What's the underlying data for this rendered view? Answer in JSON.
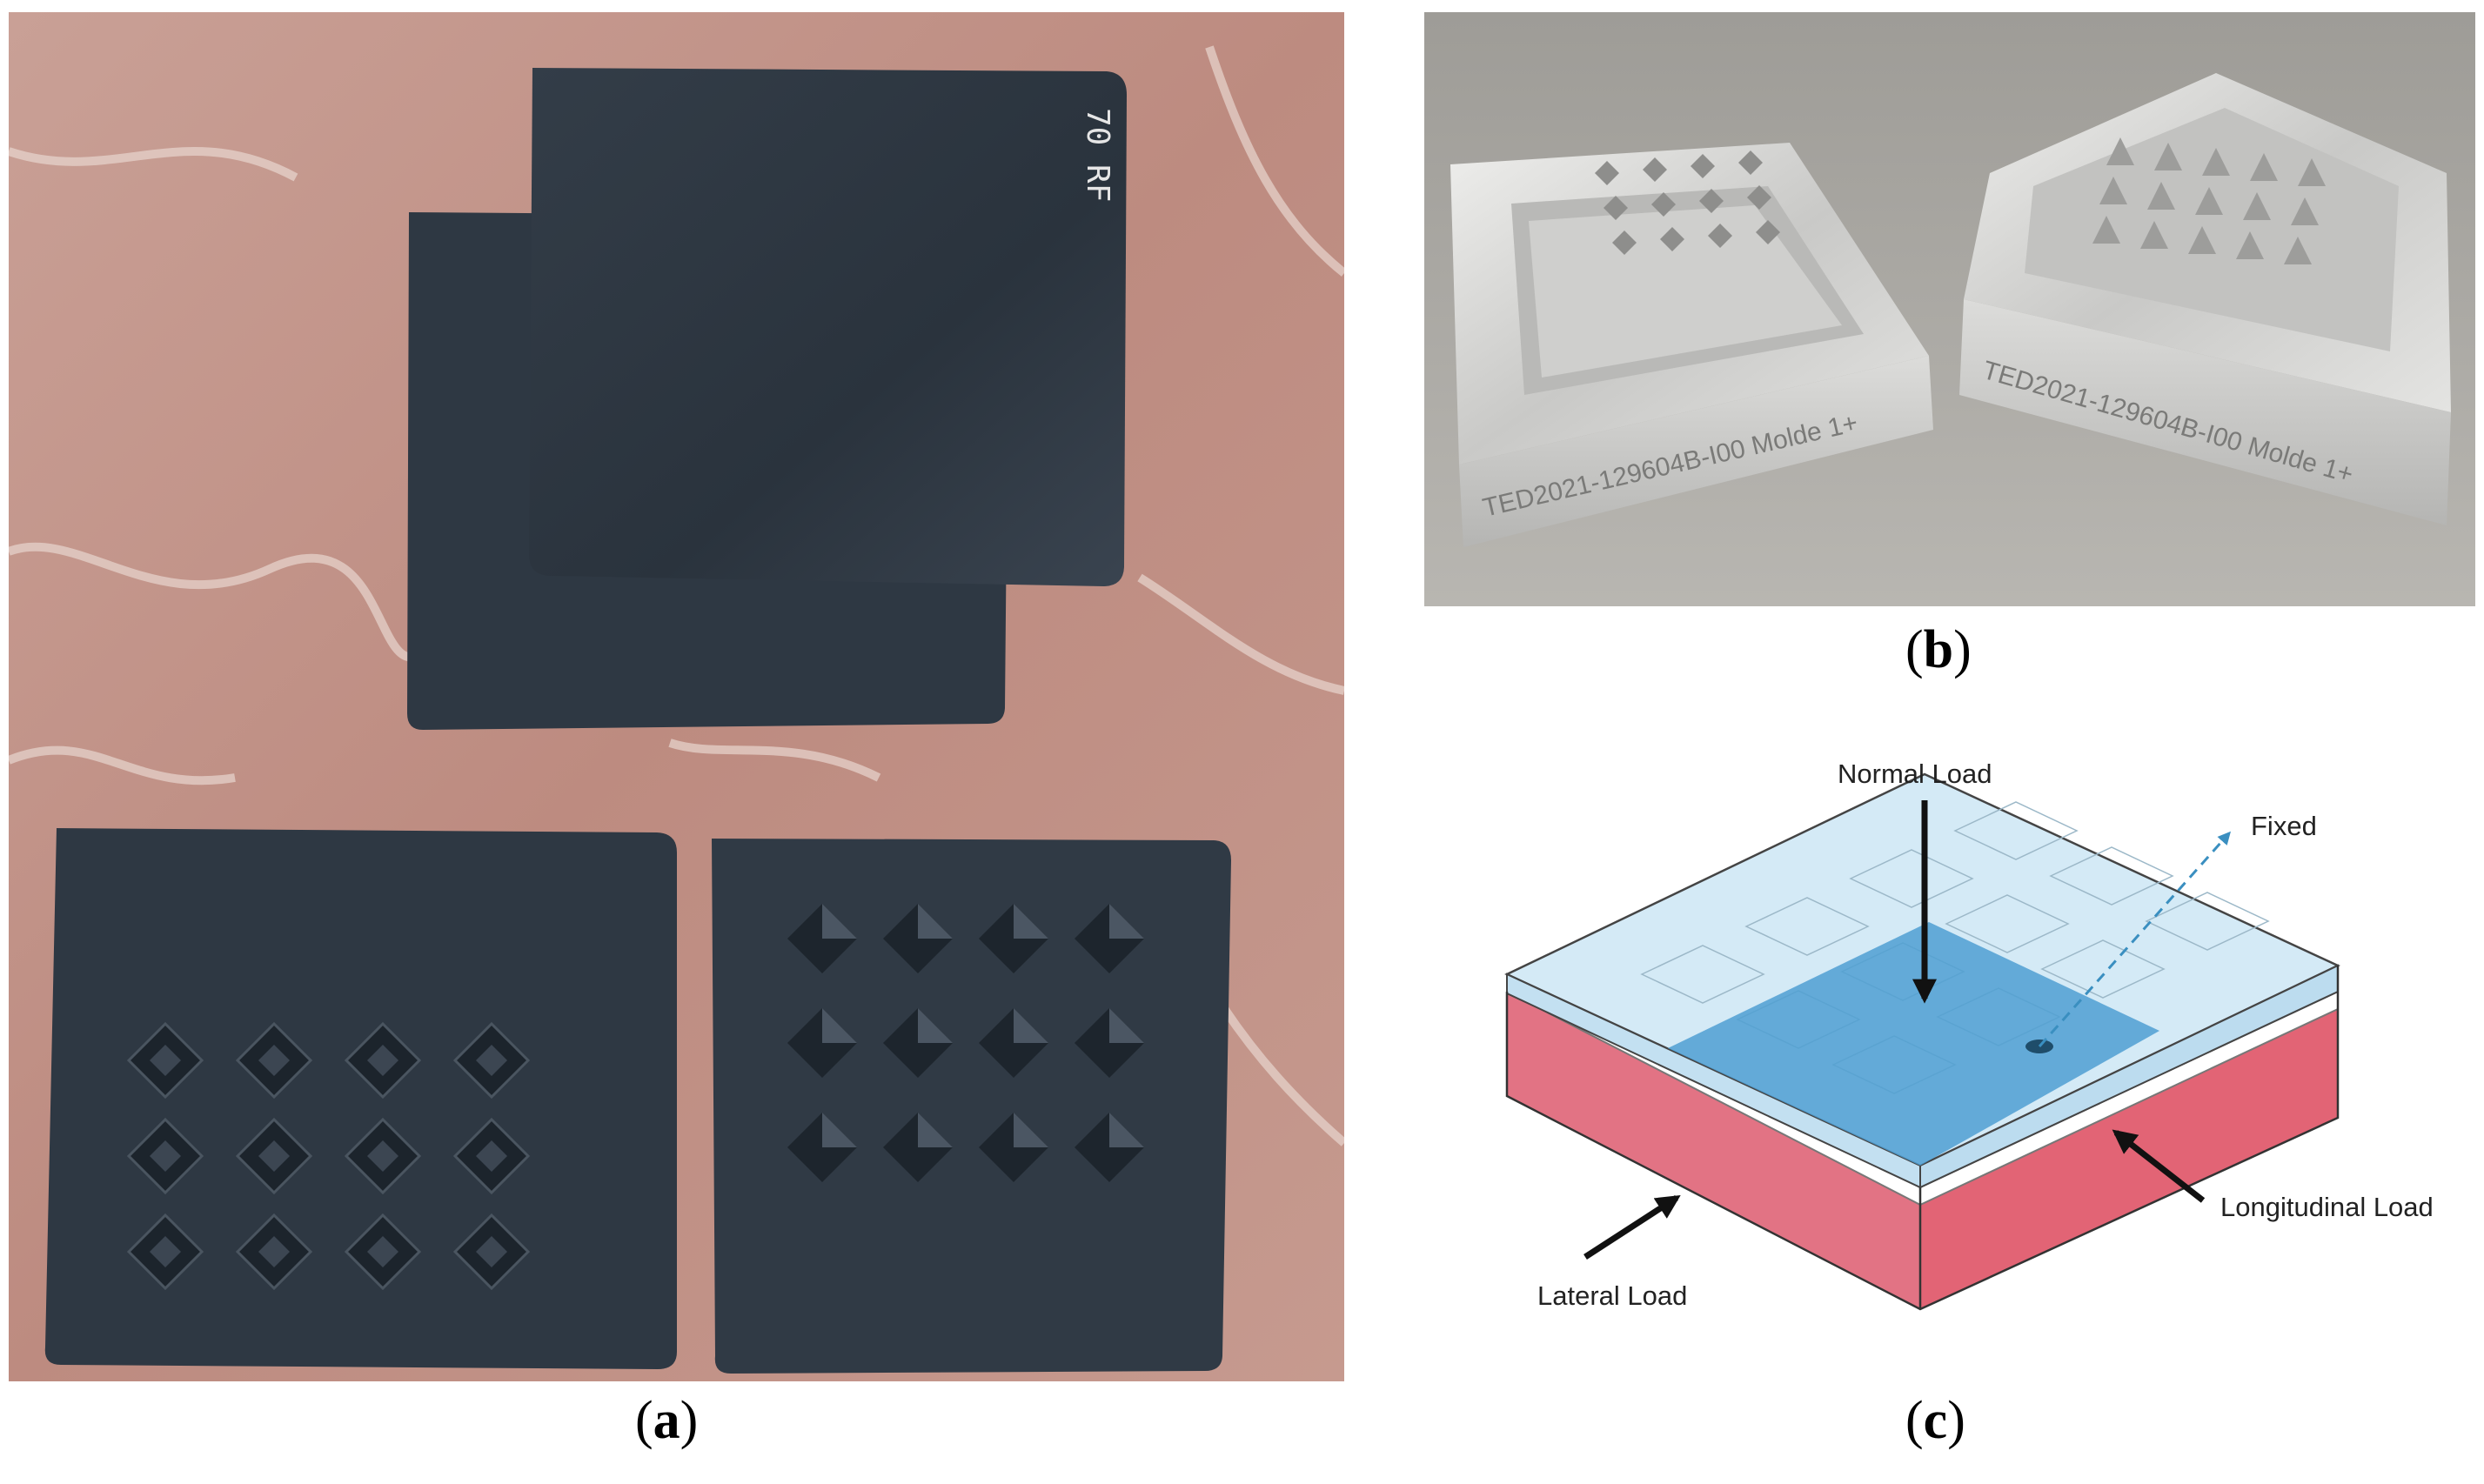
{
  "panels": {
    "a": {
      "caption_open": "(",
      "caption_letter": "a",
      "caption_close": ")",
      "sheet_marking": "70 RF"
    },
    "b": {
      "caption_open": "(",
      "caption_letter": "b",
      "caption_close": ")",
      "mold_engraving_left": "TED2021-129604B-I00 Molde 1+",
      "mold_engraving_right": "TED2021-129604B-I00 Molde 1+"
    },
    "c": {
      "caption_open": "(",
      "caption_letter": "c",
      "caption_close": ")",
      "labels": {
        "normal_load": "Normal Load",
        "fixed": "Fixed",
        "longitudinal_load": "Longitudinal Load",
        "lateral_load": "Lateral Load"
      }
    }
  },
  "colors": {
    "marble": "#c4968c",
    "rubber": "#2f3a45",
    "aluminum": "#d6d6d4",
    "top_plate": "#cfe6f3",
    "load_area": "#5aa7d6",
    "bottom_block": "#e5697a",
    "fixed_line": "#3a8fc0"
  }
}
